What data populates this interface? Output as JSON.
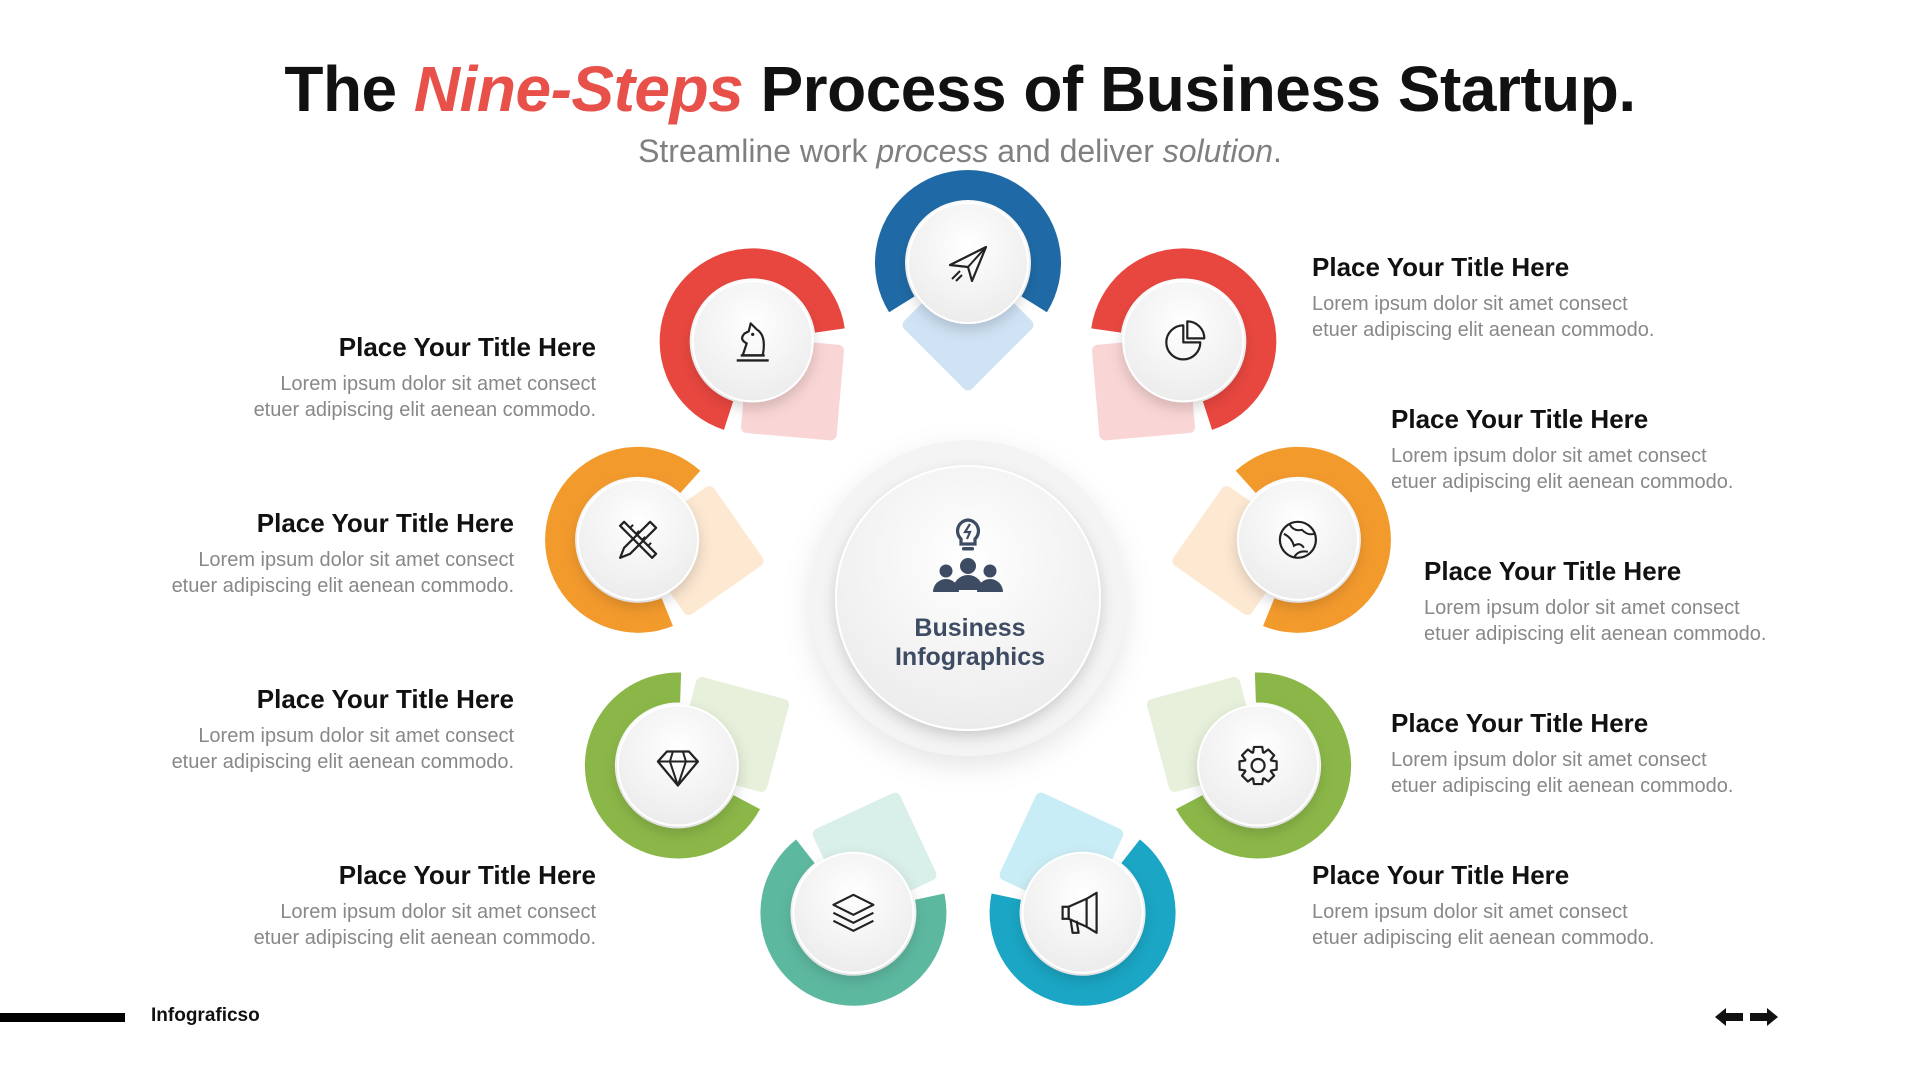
{
  "header": {
    "title_part1": "The ",
    "title_highlight": "Nine-Steps",
    "title_part2": " Process of Business Startup.",
    "subtitle_part1": "Streamline work ",
    "subtitle_italic1": "process",
    "subtitle_part2": " and deliver ",
    "subtitle_italic2": "solution",
    "subtitle_part3": "."
  },
  "center": {
    "line1": "Business",
    "line2": "Infographics",
    "icon": "team-bulb-icon"
  },
  "colors": {
    "accent": "#e8504a",
    "center_text": "#3d4b63"
  },
  "steps": [
    {
      "icon": "paper-plane-icon",
      "color": "#1f6aa6",
      "tint": "#cfe3f5",
      "title": "",
      "desc1": "",
      "desc2": ""
    },
    {
      "icon": "pie-chart-icon",
      "color": "#e8473f",
      "tint": "#fad5d5",
      "title": "Place Your Title Here",
      "desc1": "Lorem ipsum dolor sit amet consect",
      "desc2": "etuer adipiscing elit aenean commodo."
    },
    {
      "icon": "globe-icon",
      "color": "#f39a2d",
      "tint": "#fde8d2",
      "title": "Place Your Title Here",
      "desc1": "Lorem ipsum dolor sit amet consect",
      "desc2": "etuer adipiscing elit aenean commodo."
    },
    {
      "icon": "gear-icon",
      "color": "#8bb748",
      "tint": "#e6f0da",
      "title": "Place Your Title Here",
      "desc1": "Lorem ipsum dolor sit amet consect",
      "desc2": "etuer adipiscing elit aenean commodo."
    },
    {
      "icon": "megaphone-icon",
      "color": "#1aa6c4",
      "tint": "#c9edf6",
      "title": "Place Your Title Here",
      "desc1": "Lorem ipsum dolor sit amet consect",
      "desc2": "etuer adipiscing elit aenean commodo."
    },
    {
      "icon": "layers-icon",
      "color": "#5db8a0",
      "tint": "#d9efe9",
      "title": "Place Your Title Here",
      "desc1": "Lorem ipsum dolor sit amet consect",
      "desc2": "etuer adipiscing elit aenean commodo."
    },
    {
      "icon": "diamond-icon",
      "color": "#8bb748",
      "tint": "#e6f0da",
      "title": "Place Your Title Here",
      "desc1": "Lorem ipsum dolor sit amet consect",
      "desc2": "etuer adipiscing elit aenean commodo."
    },
    {
      "icon": "pencil-ruler-icon",
      "color": "#f39a2d",
      "tint": "#fde8d2",
      "title": "Place Your Title Here",
      "desc1": "Lorem ipsum dolor sit amet consect",
      "desc2": "etuer adipiscing elit aenean commodo."
    },
    {
      "icon": "chess-knight-icon",
      "color": "#e8473f",
      "tint": "#fad5d5",
      "title": "Place Your Title Here",
      "desc1": "Lorem ipsum dolor sit amet consect",
      "desc2": "etuer adipiscing elit aenean commodo."
    }
  ],
  "top_step_text": {
    "title": "Place Your Title Here",
    "desc1": "Lorem ipsum dolor sit amet consect",
    "desc2": "etuer adipiscing elit aenean commodo."
  },
  "footer": {
    "brand": "Infograficso",
    "prev_icon": "arrow-left-icon",
    "next_icon": "arrow-right-icon"
  }
}
